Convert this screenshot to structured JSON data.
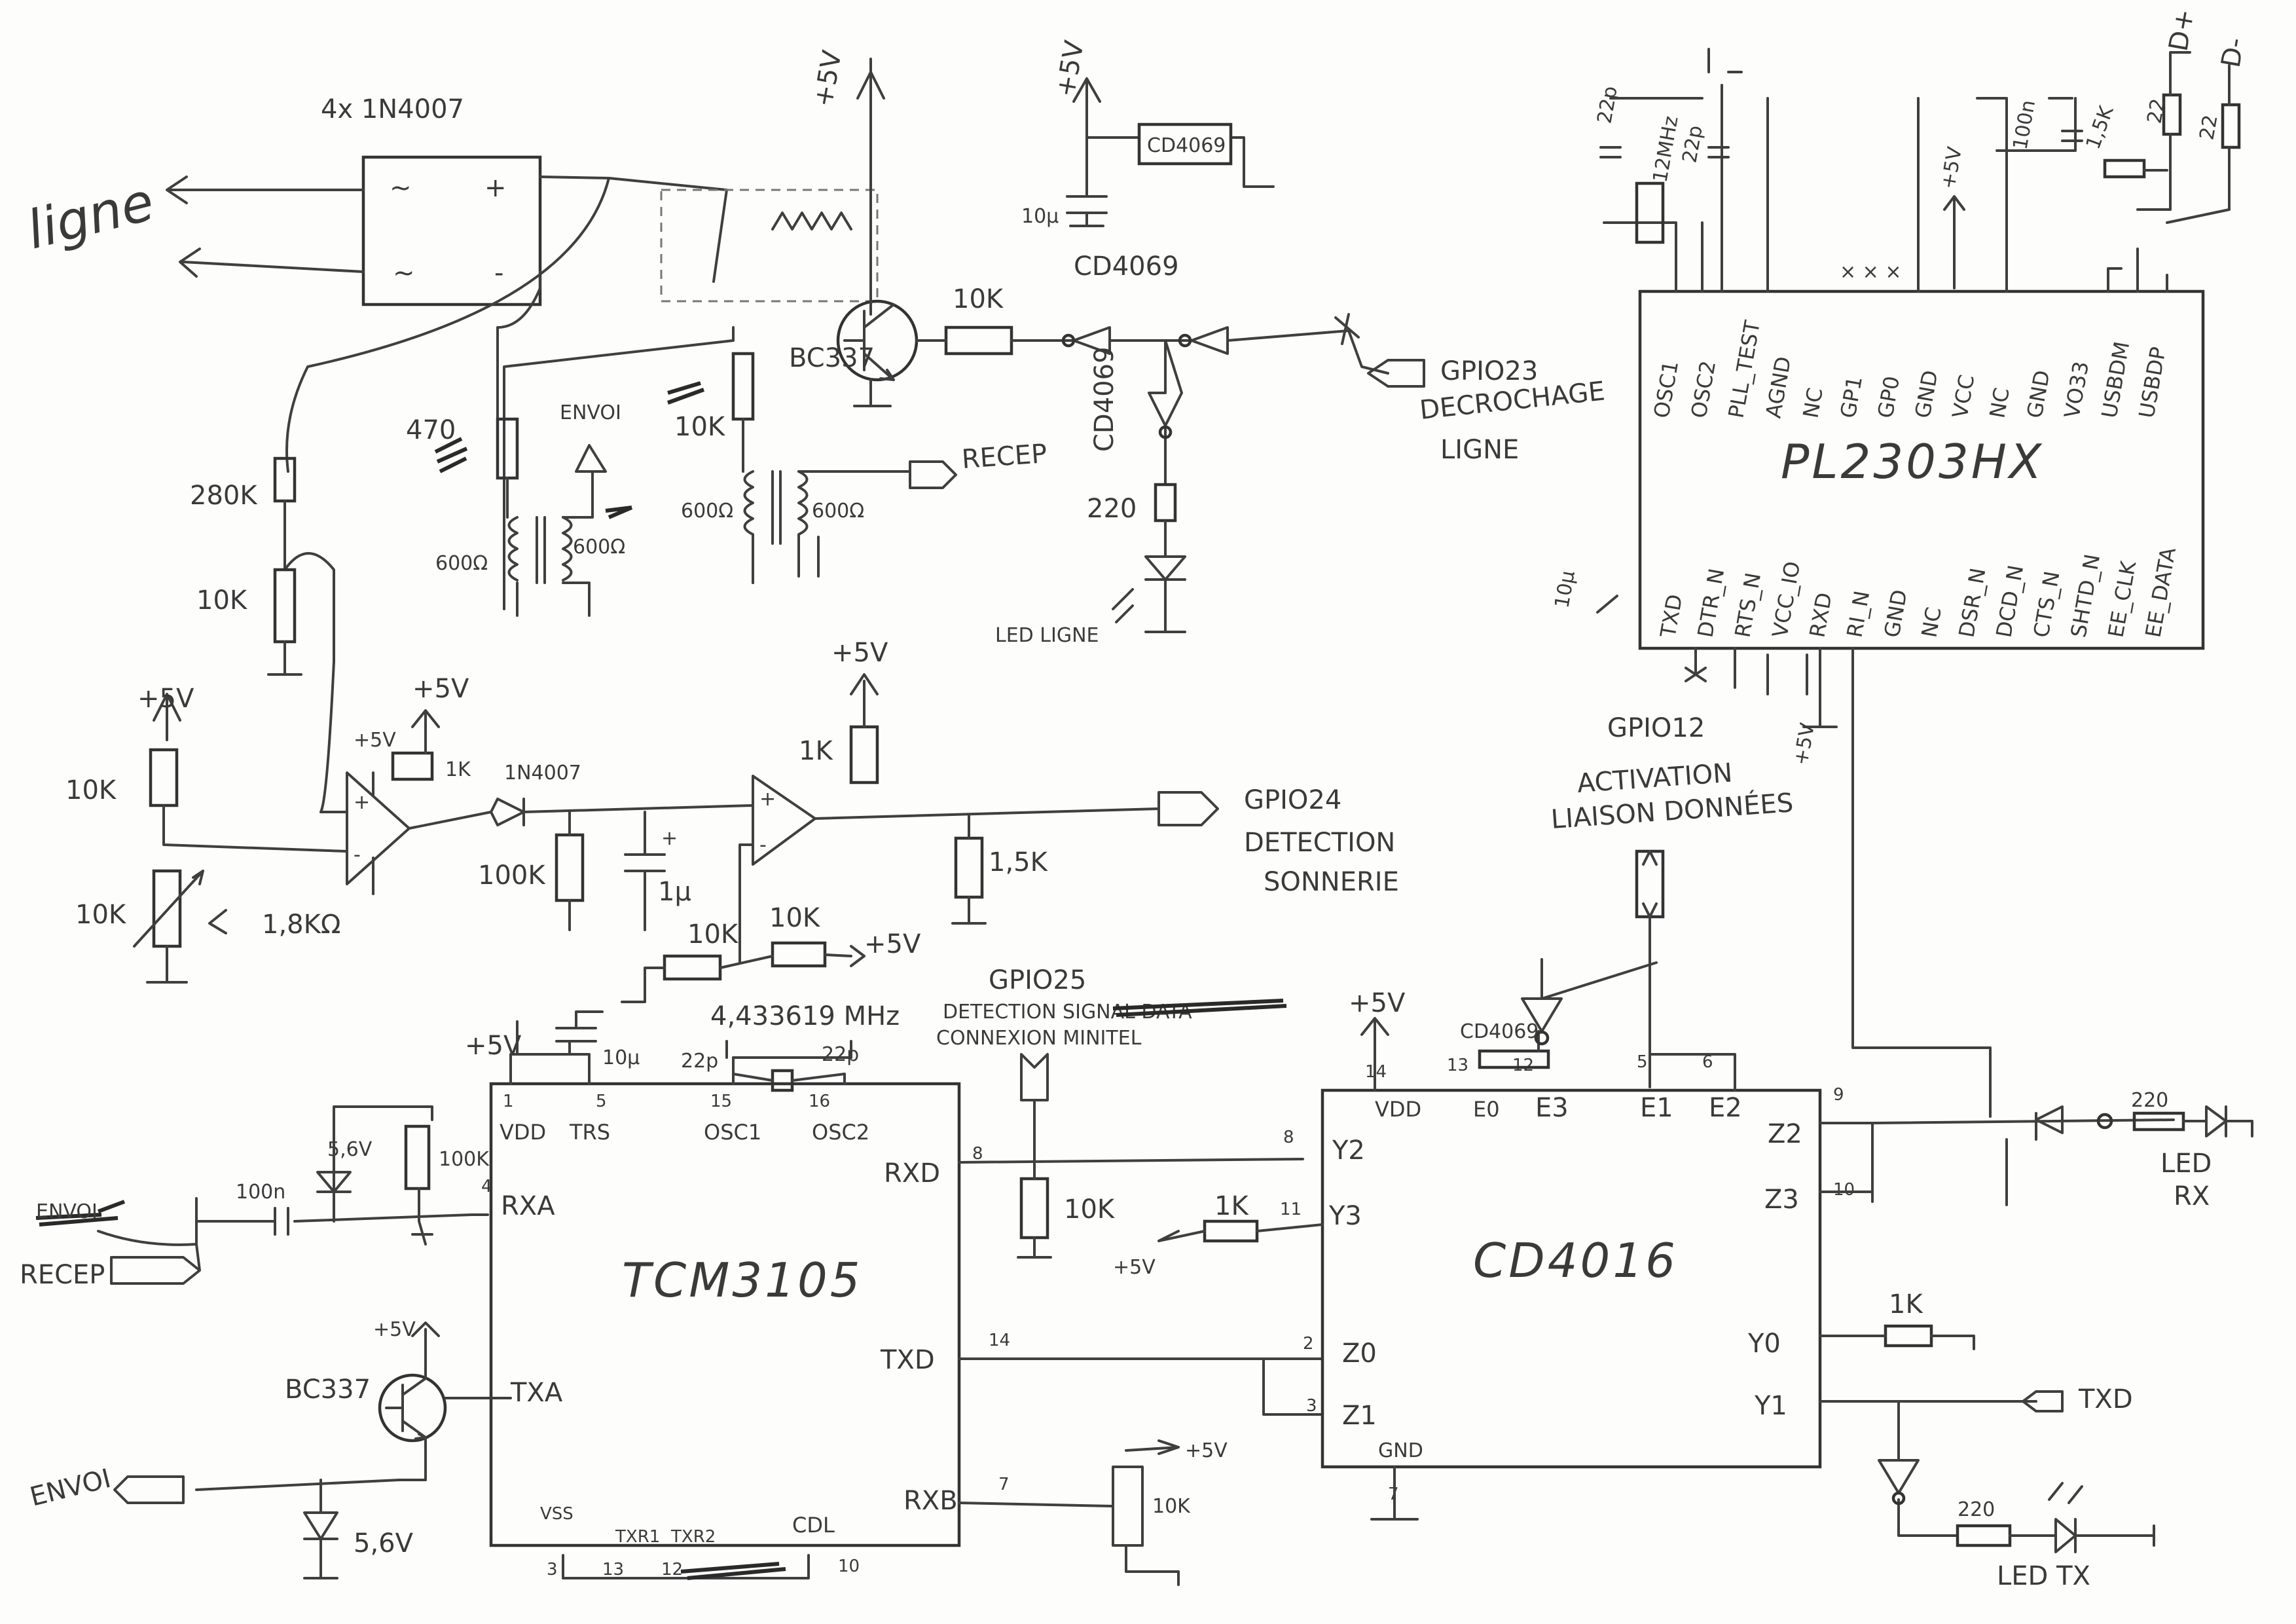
{
  "ics": {
    "pl2303": {
      "name": "PL2303HX",
      "top_pins": [
        "OSC1",
        "OSC2",
        "PLL_TEST",
        "AGND",
        "NC",
        "GP1",
        "GP0",
        "GND",
        "VCC",
        "NC",
        "GND",
        "VO33",
        "USBDM",
        "USBDP"
      ],
      "bottom_pins": [
        "TXD",
        "DTR_N",
        "RTS_N",
        "VCC_IO",
        "RXD",
        "RI_N",
        "GND",
        "NC",
        "DSR_N",
        "DCD_N",
        "CTS_N",
        "SHTD_N",
        "EE_CLK",
        "EE_DATA"
      ]
    },
    "tcm3105": {
      "name": "TCM3105",
      "pins": {
        "vdd": "VDD",
        "trs": "TRS",
        "osc1": "OSC1",
        "osc2": "OSC2",
        "rxa": "RXA",
        "txa": "TXA",
        "rxd": "RXD",
        "txd": "TXD",
        "rxb": "RXB",
        "vss": "VSS",
        "txr1": "TXR1",
        "txr2": "TXR2",
        "cdl": "CDL"
      },
      "pin_numbers": {
        "vdd": "1",
        "trs": "5",
        "osc1": "15",
        "osc2": "16",
        "rxa": "4",
        "rxd": "8",
        "txd": "14",
        "rxb": "7",
        "vss": "3",
        "txr1": "13",
        "txr2": "12",
        "cdl": "10"
      }
    },
    "cd4016": {
      "name": "CD4016",
      "pins": {
        "vdd": "VDD",
        "e0": "E0",
        "e3": "E3",
        "e1": "E1",
        "e2": "E2",
        "y2": "Y2",
        "y3": "Y3",
        "z0": "Z0",
        "z1": "Z1",
        "z2": "Z2",
        "z3": "Z3",
        "y0": "Y0",
        "y1": "Y1",
        "gnd": "GND"
      },
      "pin_numbers": {
        "vdd": "14",
        "e0": "13",
        "e3": "12",
        "e1": "5",
        "e2": "6",
        "y2": "8",
        "y3": "11",
        "z0": "2",
        "z1": "3",
        "z2": "9",
        "z3": "10",
        "gnd": "7"
      }
    }
  },
  "bridge": {
    "label": "4x 1N4007",
    "plus": "+",
    "ac": "~",
    "minus": "-"
  },
  "line_label": "ligne",
  "supply": "+5V",
  "components": {
    "r_280k": "280K",
    "r_10k_a": "10K",
    "r_10k_b": "10K",
    "r_10k_trim": "10K",
    "trim_note": "1,8KΩ",
    "r_470": "470",
    "r_10k_c": "10K",
    "r_1k_a": "1K",
    "r_1k_b": "1K",
    "r_100k": "100K",
    "c_1u": "1µ",
    "r_1_5k": "1,5K",
    "r_10k_d": "10K",
    "r_10k_e": "10K",
    "r_10k_f": "10K",
    "r_1k_c": "1K",
    "r_10k_g": "10K",
    "c_10u_a": "10µ",
    "c_10u_b": "10µ",
    "c_10u_c": "10µ",
    "c_22p_a": "22p",
    "c_22p_b": "22p",
    "c_22p_c": "22p",
    "c_22p_d": "22p",
    "xtal_12": "12MHz",
    "c_100n_a": "100n",
    "c_100n_b": "100n",
    "r_1_5k_usb": "1,5K",
    "r_22": "22",
    "r_22b": "22",
    "r_220_a": "220",
    "r_220_b": "220",
    "r_220_c": "220",
    "r_100k_b": "100K",
    "r_1k_d": "1K",
    "crystal": "4,433619 MHz",
    "zener_a": "5,6V",
    "zener_b": "5,6V",
    "transistor_a": "BC337",
    "transistor_b": "BC337",
    "diode_1n4007": "1N4007",
    "inv_a": "CD4069",
    "inv_b": "CD4069",
    "inv_c": "CD4069",
    "xfmr_a_l": "600Ω",
    "xfmr_a_r": "600Ω",
    "xfmr_b_l": "600Ω",
    "xfmr_b_r": "600Ω"
  },
  "signals": {
    "envoi_top": "ENVOI",
    "recep_top": "RECEP",
    "led_ligne": "LED LIGNE",
    "gpio23": "GPIO23",
    "decrochage": "DECROCHAGE",
    "decrochage2": "LIGNE",
    "gpio24": "GPIO24",
    "detection": "DETECTION",
    "sonnerie": "SONNERIE",
    "gpio12": "GPIO12",
    "activation": "ACTIVATION",
    "liaison": "LIAISON DONNÉES",
    "gpio25": "GPIO25",
    "detect_signal": "DETECTION SIGNAL DATA",
    "connexion": "CONNEXION MINITEL",
    "envoi_left": "ENVOI",
    "recep_left": "RECEP",
    "envoi_bottom": "ENVOI",
    "led_rx": "LED",
    "led_rx2": "RX",
    "txd_out": "TXD",
    "led_tx": "LED TX",
    "usb_dplus": "D+",
    "usb_dminus": "D-"
  },
  "colors": {
    "ink": "#3a3a3a",
    "paper": "#fdfdfc"
  }
}
